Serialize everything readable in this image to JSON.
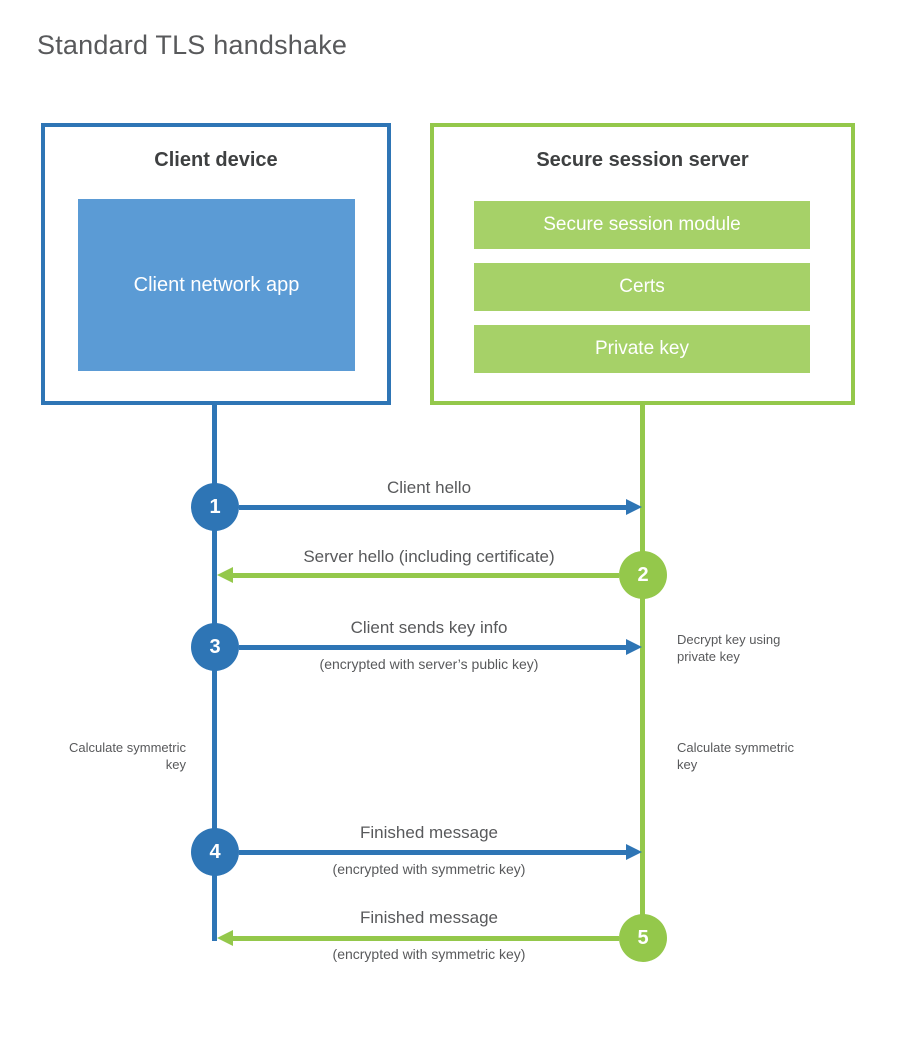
{
  "title": "Standard TLS handshake",
  "client": {
    "title": "Client device",
    "app_label": "Client network app"
  },
  "server": {
    "title": "Secure session server",
    "modules": [
      "Secure session module",
      "Certs",
      "Private key"
    ]
  },
  "steps": [
    {
      "number": "1",
      "from": "client",
      "to": "server",
      "label": "Client hello",
      "sublabel": ""
    },
    {
      "number": "2",
      "from": "server",
      "to": "client",
      "label": "Server hello (including certificate)",
      "sublabel": ""
    },
    {
      "number": "3",
      "from": "client",
      "to": "server",
      "label": "Client sends key info",
      "sublabel": "(encrypted with server’s public key)"
    },
    {
      "number": "4",
      "from": "client",
      "to": "server",
      "label": "Finished message",
      "sublabel": "(encrypted with symmetric key)"
    },
    {
      "number": "5",
      "from": "server",
      "to": "client",
      "label": "Finished message",
      "sublabel": "(encrypted with symmetric key)"
    }
  ],
  "annotations": {
    "decrypt_note": "Decrypt key using private key",
    "calculate_left": "Calculate symmetric key",
    "calculate_right": "Calculate symmetric key"
  },
  "colors": {
    "blue": "#2e75b5",
    "blue_light": "#5b9bd5",
    "green": "#94c84b",
    "green_light": "#a6d168",
    "heading_text": "#3e4041",
    "body_text": "#58595b"
  }
}
